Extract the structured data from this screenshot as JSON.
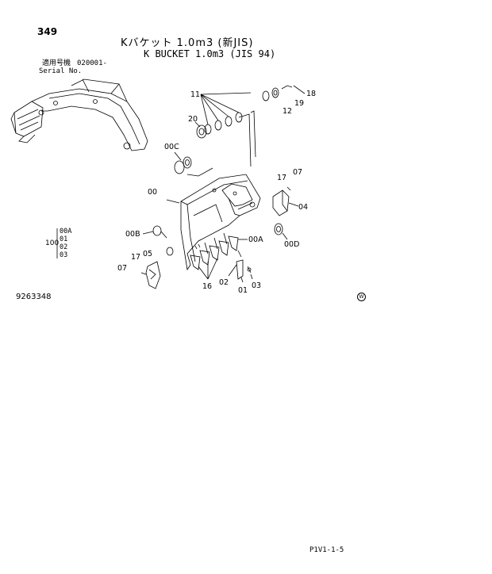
{
  "header": {
    "page_number": "349",
    "title_jp": "Kバケット 1.0m3 (新JIS)",
    "title_en": "K BUCKET 1.0m3 (JIS 94)",
    "serial_label_jp": "適用号機",
    "serial_value": "020001-",
    "serial_label_en": "Serial No."
  },
  "quantity_table": {
    "qty": "100",
    "parts": [
      "00A",
      "01",
      "02",
      "03"
    ]
  },
  "callouts": {
    "c11": "11",
    "c18": "18",
    "c19": "19",
    "c12": "12",
    "c20": "20",
    "c00C": "00C",
    "c17a": "17",
    "c07a": "07",
    "c00": "00",
    "c04": "04",
    "c00B": "00B",
    "c00A": "00A",
    "c00D": "00D",
    "c05": "05",
    "c17b": "17",
    "c07b": "07",
    "c16": "16",
    "c02": "02",
    "c03": "03",
    "c01": "01"
  },
  "footer": {
    "drawing_number": "9263348",
    "circle_mark": "W",
    "page_code": "P1V1-1-5"
  }
}
